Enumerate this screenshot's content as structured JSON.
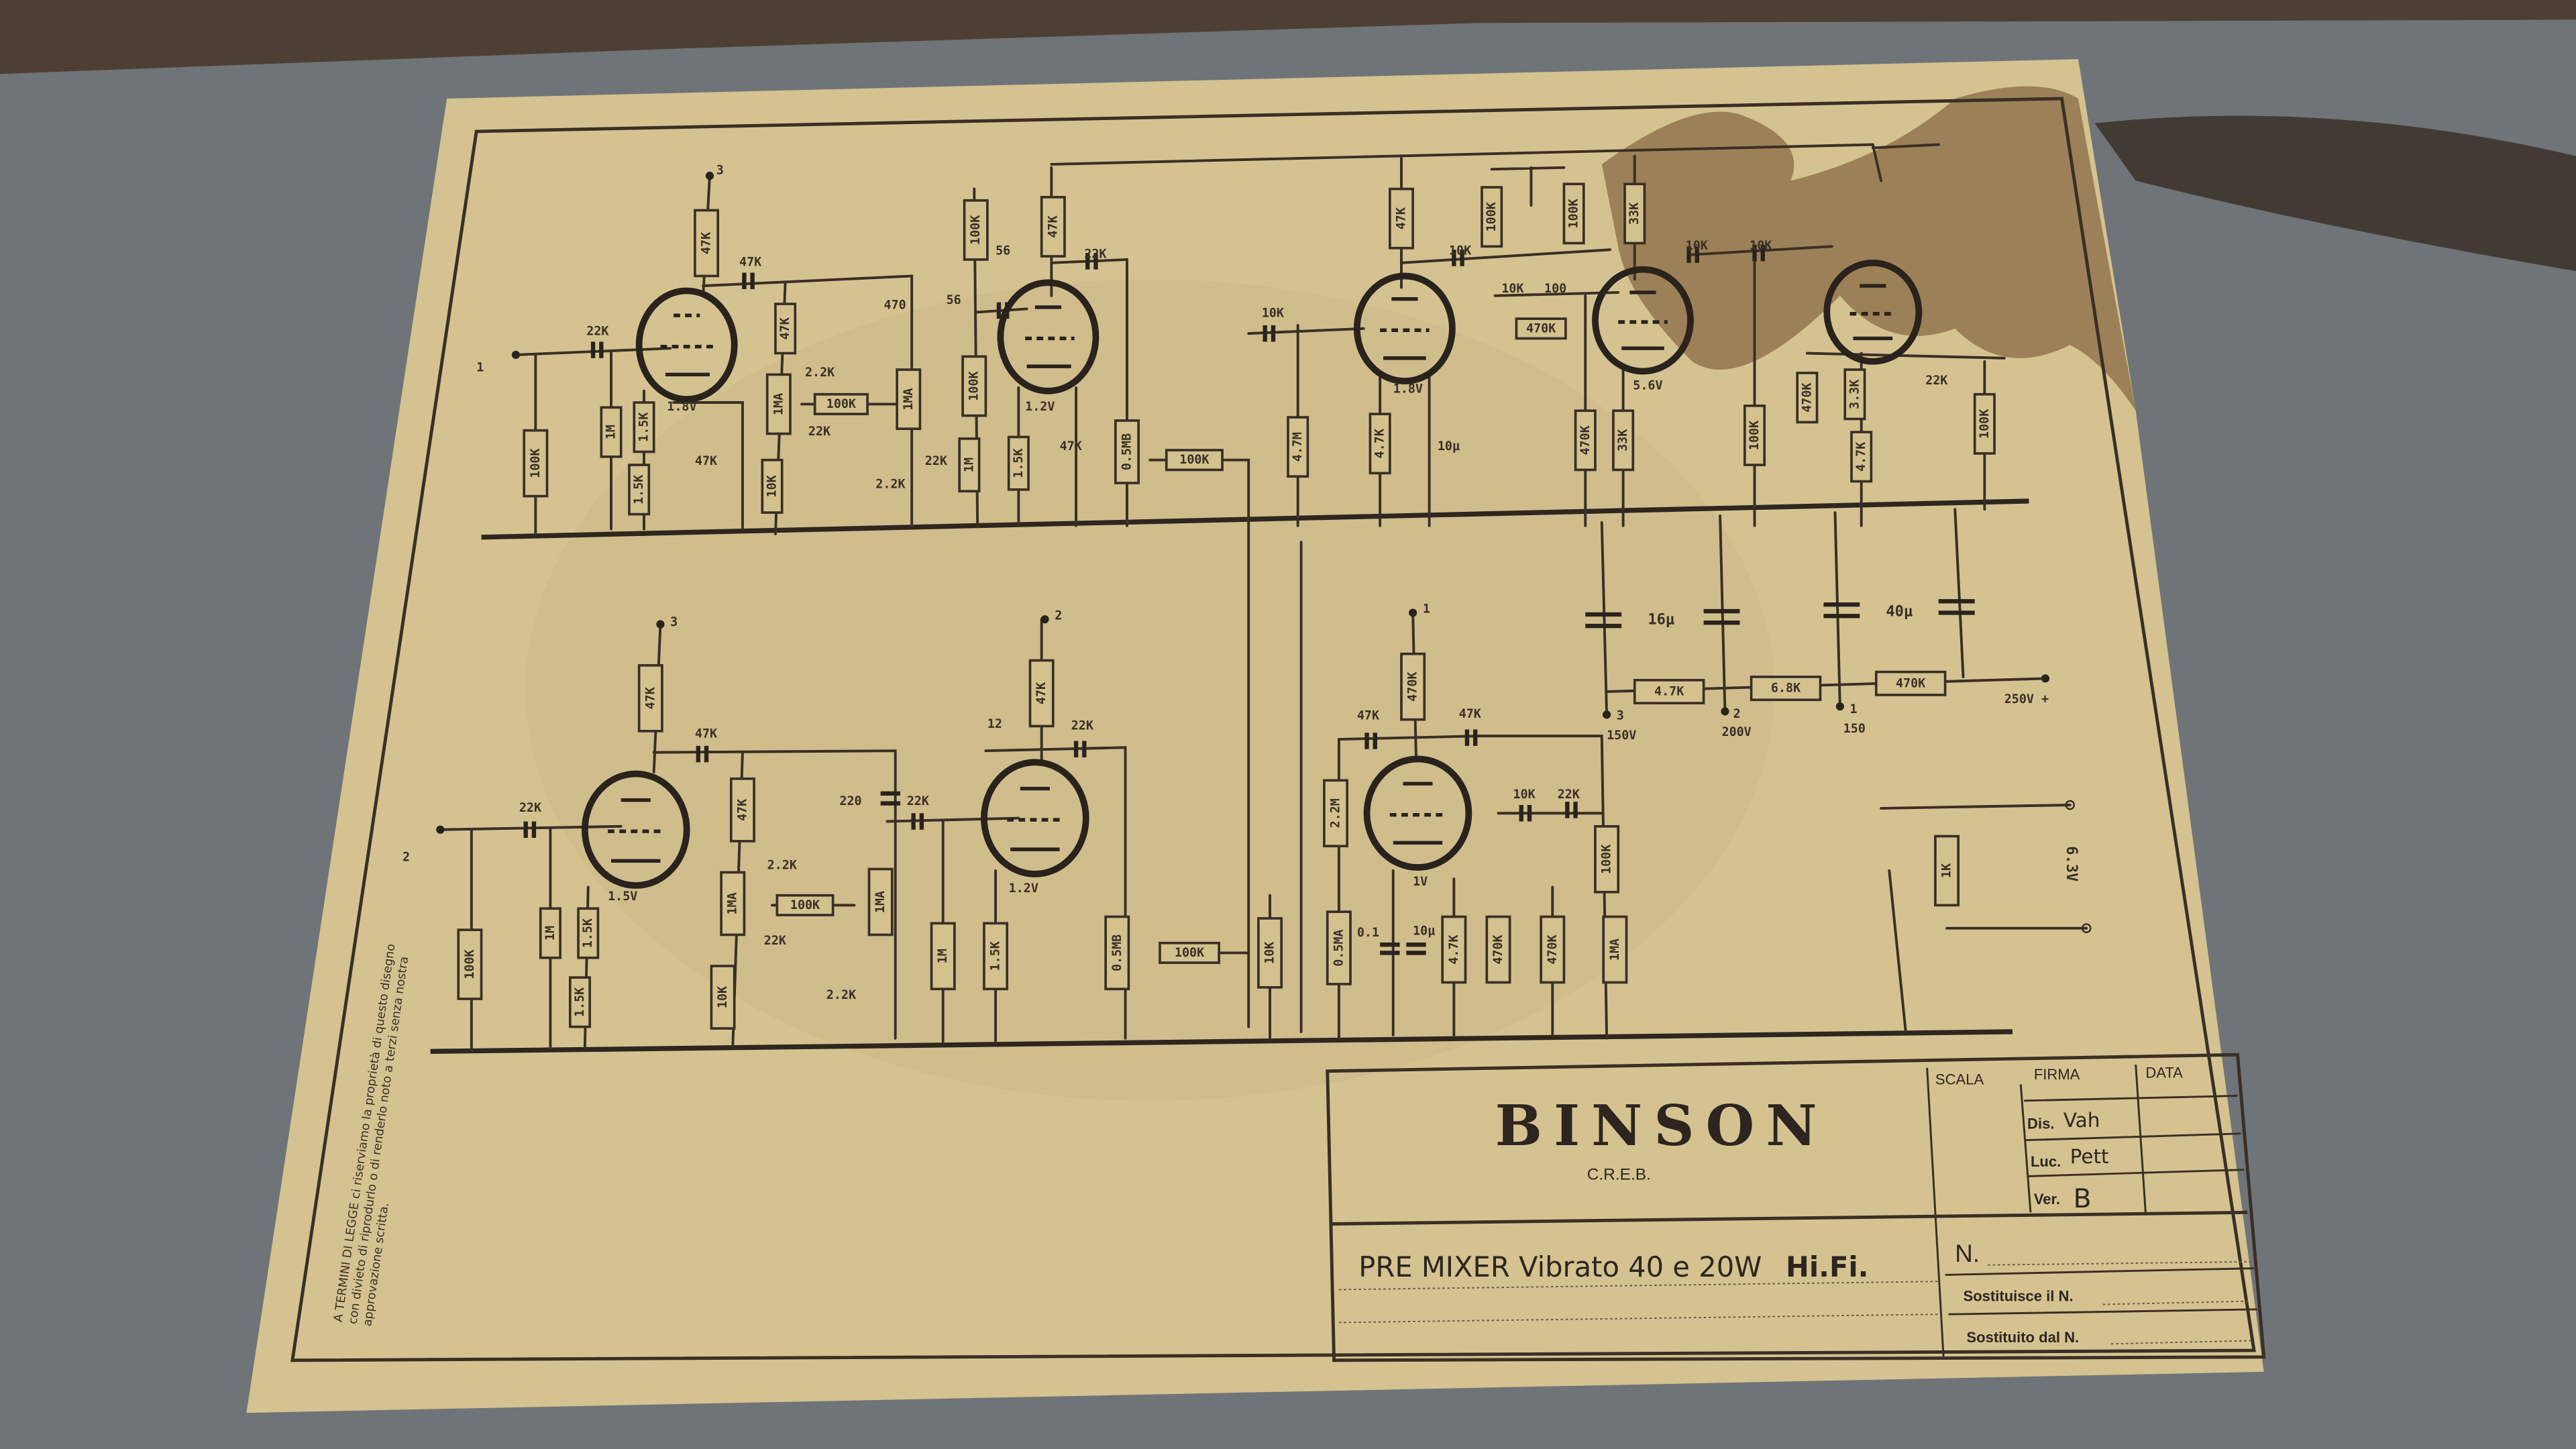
{
  "title_block": {
    "brand": "BINSON",
    "subtitle": "C.R.E.B.",
    "scala_label": "SCALA",
    "firma_label": "FIRMA",
    "data_label": "DATA",
    "dis_label": "Dis.",
    "luc_label": "Luc.",
    "ver_label": "Ver.",
    "dis_signature": "Vah",
    "luc_signature": "Pett",
    "ver_signature": "B",
    "drawing_title": "PRE MIXER Vibrato 40 e 20W",
    "drawing_suffix": "Hi.Fi.",
    "n_label": "N.",
    "sostituisce_label": "Sostituisce il N.",
    "sostituito_label": "Sostituito dal N."
  },
  "legal_note": {
    "line1": "A TERMINI DI LEGGE ci riserviamo la proprietà di questo disegno",
    "line2": "con divieto di riprodurlo o di renderlo noto a terzi senza nostra",
    "line3": "approvazione scritta."
  },
  "terminals": {
    "top_in": "1",
    "top_b": "3",
    "bottom_in": "2",
    "bottom_t1": "3",
    "bottom_t2": "2",
    "bottom_t3": "1",
    "psu_3": "3",
    "psu_2": "2",
    "psu_1": "1"
  },
  "top_resistors": [
    "47K",
    "100K",
    "1M",
    "1.5K",
    "1.5K",
    "47K",
    "1MA",
    "10K",
    "100K",
    "1MA",
    "100K",
    "100K",
    "1M",
    "1.5K",
    "47K",
    "0.5MB",
    "100K",
    "4.7M",
    "47K",
    "4.7K",
    "100K",
    "470K",
    "470K",
    "33K",
    "33K",
    "100K",
    "100K",
    "470K",
    "3.3K",
    "4.7K",
    "100K"
  ],
  "top_labels": [
    "47K",
    "22K",
    "56",
    "22K",
    "56",
    "470",
    "2.2K",
    "22K",
    "22K",
    "2.2K",
    "47K",
    "10K",
    "10K",
    "10K",
    "100",
    "10K",
    "10K",
    "10μ",
    "22K",
    "1.8V",
    "1.2V",
    "1.8V",
    "5.6V",
    "47K"
  ],
  "bottom_resistors": [
    "47K",
    "47K",
    "470K",
    "100K",
    "1M",
    "1.5K",
    "1.5K",
    "47K",
    "1MA",
    "10K",
    "100K",
    "1MA",
    "1M",
    "1.5K",
    "0.5MB",
    "100K",
    "10K",
    "2.2M",
    "0.5MA",
    "4.7K",
    "470K",
    "470K",
    "100K",
    "1MA"
  ],
  "bottom_labels": [
    "22K",
    "47K",
    "2.2K",
    "22K",
    "2.2K",
    "220",
    "22K",
    "12",
    "22K",
    "47K",
    "47K",
    "10K",
    "22K",
    "0.1",
    "10μ",
    "1.5V",
    "1.2V",
    "1V"
  ],
  "power_supply": {
    "resistors": [
      "4.7K",
      "6.8K",
      "470K",
      "1K"
    ],
    "cap1": "16μ",
    "cap2": "40μ",
    "v3": "150V",
    "v2": "200V",
    "v1": "150",
    "supply": "250V +",
    "heater": "6.3V"
  }
}
